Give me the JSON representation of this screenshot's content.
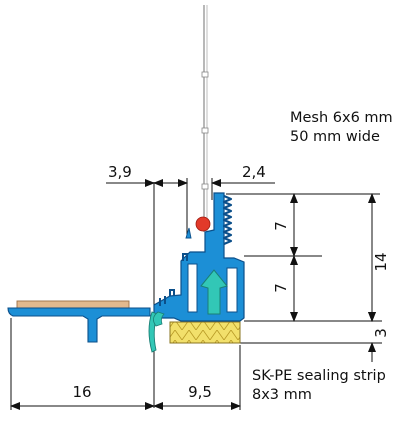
{
  "colors": {
    "profile": "#1c8fd6",
    "profile_edge": "#0b4f8a",
    "insert": "#32c7b6",
    "seal_ball": "#e23a2a",
    "wood": "#e2b98e",
    "foam": "#f2e06b",
    "mesh": "#999999"
  },
  "annotations": {
    "mesh_line1": "Mesh 6x6 mm",
    "mesh_line2": "50 mm wide",
    "seal_line1": "SK-PE sealing strip",
    "seal_line2": "8x3 mm"
  },
  "dimensions": {
    "gap_left": "3,9",
    "gap_right": "2,4",
    "upper_height": "7",
    "lower_height": "7",
    "total_height": "14",
    "strip_height": "3",
    "base_width": "16",
    "foot_width": "9,5"
  }
}
